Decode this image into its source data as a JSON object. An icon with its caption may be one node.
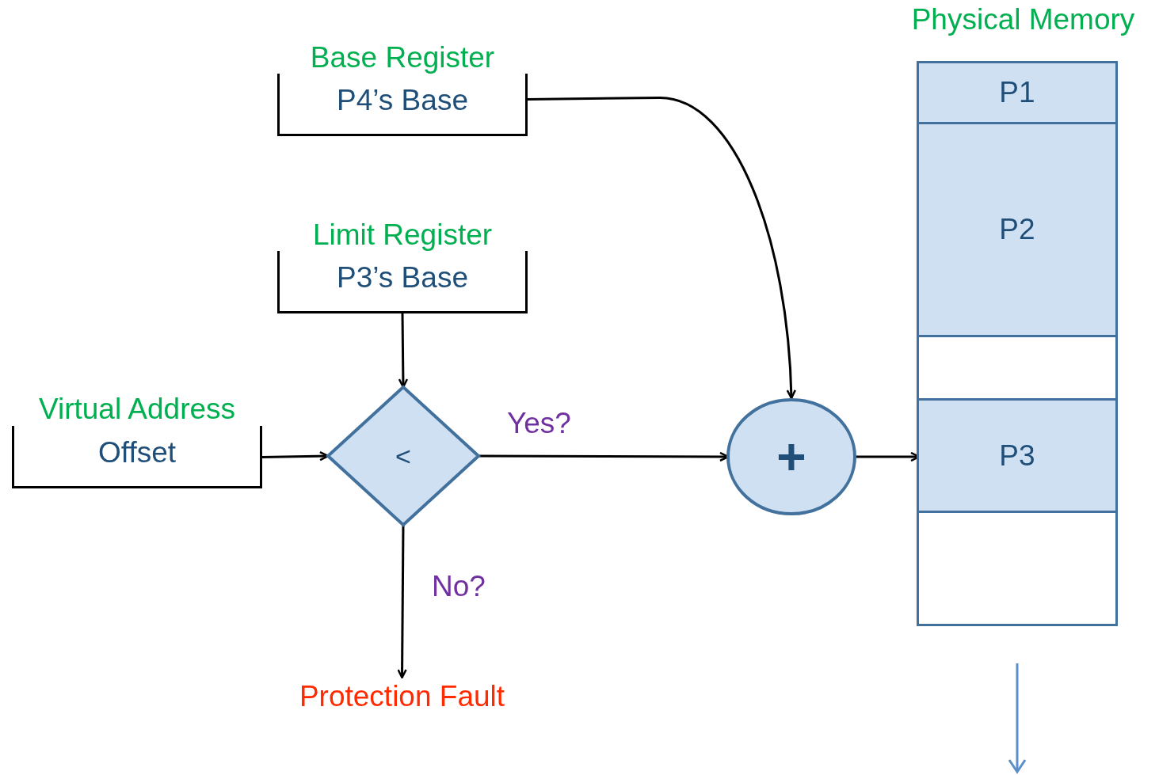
{
  "diagram": {
    "nodes": [
      {
        "text": [
          "Base Register",
          "P4’s Base"
        ]
      },
      {
        "text": [
          "Limit Register",
          "P3’s Base"
        ]
      },
      {
        "text": [
          "Virtual Address",
          "Offset"
        ]
      },
      {
        "text": [
          "<"
        ]
      },
      {
        "text": [
          "+"
        ]
      },
      {
        "text": [
          "Physical Memory"
        ]
      },
      {
        "text": [
          "P1"
        ],
        "in": 5
      },
      {
        "text": [
          "P2"
        ],
        "in": 5
      },
      {
        "text": [],
        "shape": "box",
        "in": 5
      },
      {
        "text": [
          "P3"
        ],
        "in": 5
      },
      {
        "text": [],
        "shape": "box",
        "in": 5
      },
      {
        "text": [
          "Protection Fault"
        ]
      }
    ],
    "edges": [
      {
        "from": 0,
        "to": 4,
        "arrow": "to"
      },
      {
        "from": 1,
        "to": 3,
        "arrow": "to"
      },
      {
        "from": 2,
        "to": 3,
        "arrow": "to"
      },
      {
        "from": 3,
        "to": 4,
        "arrow": "to",
        "label": "Yes?"
      },
      {
        "from": 3,
        "to": 11,
        "arrow": "to",
        "label": "No?"
      },
      {
        "from": 4,
        "to": 9,
        "arrow": "to"
      }
    ]
  }
}
